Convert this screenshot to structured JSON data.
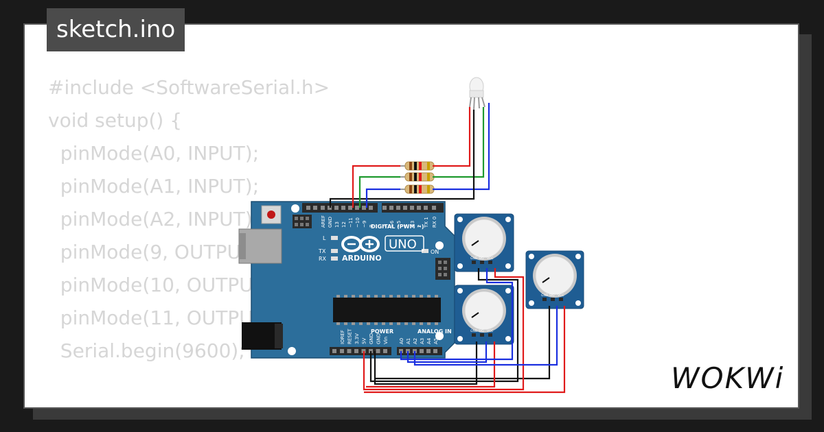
{
  "window": {
    "title": "sketch.ino"
  },
  "code": {
    "lines": [
      "#include <SoftwareSerial.h>",
      "void setup() {",
      "  pinMode(A0, INPUT);",
      "  pinMode(A1, INPUT);",
      "  pinMode(A2, INPUT);",
      "  pinMode(9, OUTPUT);",
      "  pinMode(10, OUTPUT);",
      "  pinMode(11, OUTPUT);",
      "  Serial.begin(9600);",
      "",
      "}"
    ]
  },
  "arduino": {
    "brand": "ARDUINO",
    "model": "UNO",
    "digital_label": "DIGITAL (PWM ~)",
    "power_label": "POWER",
    "analog_label": "ANALOG IN",
    "on_label": "ON",
    "led_l": "L",
    "led_tx": "TX",
    "led_rx": "RX",
    "digital_pins": [
      "AREF",
      "GND",
      "13",
      "12",
      "~11",
      "~10",
      "~9",
      "8",
      "7",
      "~6",
      "~5",
      "4",
      "~3",
      "2",
      "TX 1",
      "RX 0"
    ],
    "power_pins": [
      "IOREF",
      "RESET",
      "3.3V",
      "5V",
      "GND",
      "GND",
      "Vin"
    ],
    "analog_pins": [
      "A0",
      "A1",
      "A2",
      "A3",
      "A4",
      "A5"
    ]
  },
  "potentiometers": {
    "pin_labels": [
      "GND",
      "SIG",
      "VCC"
    ]
  },
  "brand": {
    "logo": "WOKWi"
  },
  "colors": {
    "board": "#2c6e9b",
    "wire_red": "#e01a1a",
    "wire_green": "#1e9a2e",
    "wire_blue": "#1a2fe0",
    "wire_black": "#111111",
    "pot_board": "#1f5d93"
  }
}
